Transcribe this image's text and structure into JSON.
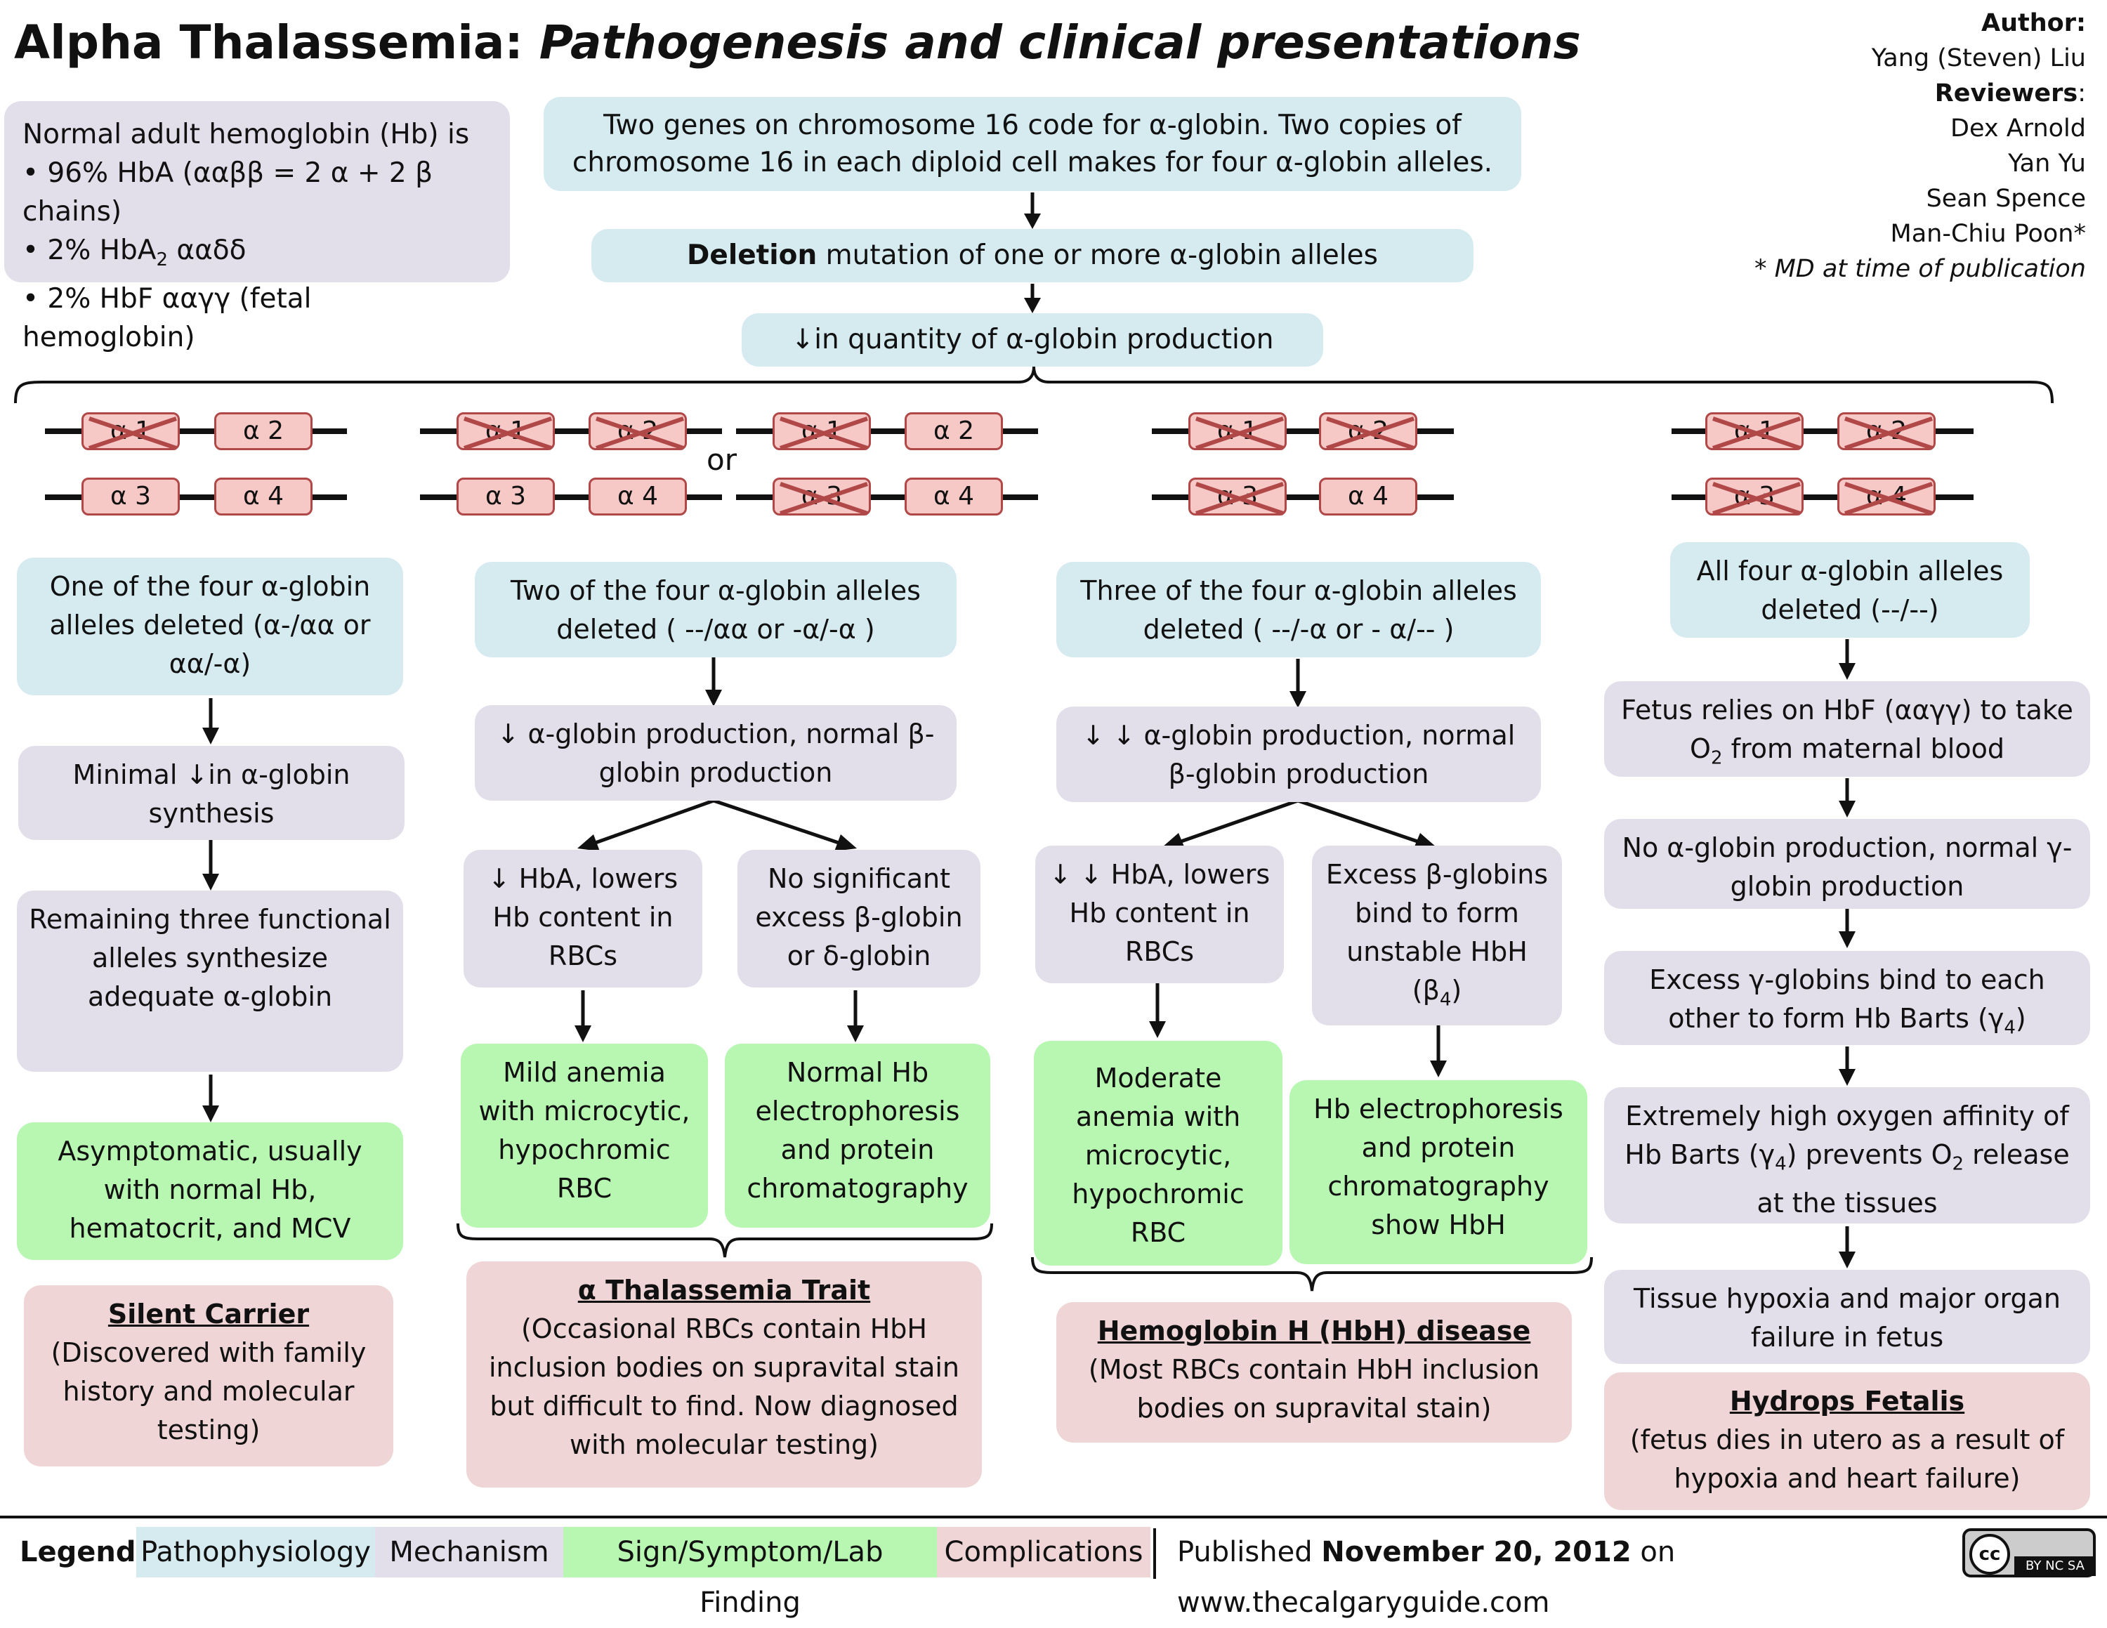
{
  "title": {
    "main": "Alpha Thalassemia:",
    "sub": "Pathogenesis and clinical presentations"
  },
  "credits": {
    "author_label": "Author:",
    "author": "Yang (Steven) Liu",
    "reviewers_label": "Reviewers",
    "reviewers": [
      "Dex Arnold",
      "Yan Yu",
      "Sean Spence",
      "Man-Chiu Poon*"
    ],
    "note": "* MD at time of publication"
  },
  "normal_hb": {
    "line1": "Normal adult hemoglobin (Hb) is",
    "line2": "• 96% HbA (ααββ = 2 α + 2 β chains)",
    "line3a": "• 2% HbA",
    "line3sub": "2",
    "line3b": " ααδδ",
    "line4": "• 2% HbF ααγγ (fetal hemoglobin)"
  },
  "top_flow": {
    "genes": "Two genes on chromosome 16 code for α-globin.  Two copies of chromosome 16 in each diploid cell makes for four α-globin alleles.",
    "deletion_bold": "Deletion",
    "deletion_rest": " mutation of one or more α-globin alleles",
    "decrease": "↓in quantity of  α-globin production"
  },
  "alleles": {
    "a1": "α 1",
    "a2": "α 2",
    "a3": "α 3",
    "a4": "α 4",
    "or": "or"
  },
  "col1": {
    "deleted": "One of the four α-globin alleles deleted (α-/αα or αα/-α)",
    "minimal": "Minimal ↓in α-globin synthesis",
    "remaining": "Remaining three functional alleles synthesize adequate α-globin",
    "asymptomatic": "Asymptomatic, usually with normal Hb, hematocrit, and MCV",
    "silent_title": "Silent Carrier",
    "silent_body": "(Discovered with family history and molecular testing)"
  },
  "col2": {
    "deleted": "Two of the four α-globin alleles deleted ( --/αα or -α/-α )",
    "production": "↓  α-globin production, normal β-globin production",
    "hba": "↓ HbA, lowers Hb content in RBCs",
    "no_excess": "No significant excess β-globin or δ-globin",
    "mild": "Mild anemia with microcytic, hypochromic RBC",
    "normal_hb": "Normal Hb electrophoresis and protein chromatography",
    "trait_title": "α Thalassemia Trait",
    "trait_body": "(Occasional RBCs contain HbH inclusion bodies on supravital stain but difficult to find. Now diagnosed with molecular testing)"
  },
  "col3": {
    "deleted": "Three of the four α-globin alleles deleted ( --/-α or - α/-- )",
    "production": "↓ ↓ α-globin production, normal β-globin production",
    "hba": "↓ ↓ HbA, lowers Hb content in RBCs",
    "excess_a": "Excess β-globins bind to form unstable HbH (β",
    "excess_sub": "4",
    "excess_b": ")",
    "moderate": "Moderate anemia with microcytic, hypochromic RBC",
    "electro": "Hb electrophoresis and protein chromatography show HbH",
    "hbh_title": "Hemoglobin H (HbH) disease",
    "hbh_body": "(Most RBCs contain HbH inclusion bodies  on supravital stain)"
  },
  "col4": {
    "deleted": "All four α-globin alleles deleted (--/--)",
    "fetus_a": "Fetus relies on HbF (ααγγ) to take O",
    "fetus_sub": "2",
    "fetus_b": " from maternal blood",
    "no_alpha": "No α-globin production, normal γ-globin production",
    "excess_a": "Excess γ-globins bind to each other to form Hb Barts (γ",
    "excess_sub": "4",
    "excess_b": ")",
    "affinity_a": "Extremely high oxygen affinity of Hb Barts (γ",
    "affinity_sub": "4",
    "affinity_b": ") prevents O",
    "affinity_sub2": "2",
    "affinity_c": " release at the tissues",
    "hypoxia": "Tissue hypoxia and major organ failure in fetus",
    "hydrops_title": "Hydrops Fetalis",
    "hydrops_body": "(fetus dies in utero as a result of hypoxia and heart failure)"
  },
  "legend": {
    "label": "Legend:",
    "path": "Pathophysiology",
    "mech": "Mechanism",
    "sign": "Sign/Symptom/Lab Finding",
    "comp": "Complications",
    "published_a": "Published ",
    "published_date": "November 20, 2012",
    "published_b": " on www.thecalgaryguide.com",
    "cc": "cc",
    "cc_terms": "BY  NC  SA"
  },
  "colors": {
    "pathophysiology": "#d6ebf0",
    "mechanism": "#e3dfea",
    "sign_symptom": "#b8f7b2",
    "complications": "#efd5d5",
    "allele_fill": "#f6c8c6",
    "allele_border": "#b04848"
  }
}
